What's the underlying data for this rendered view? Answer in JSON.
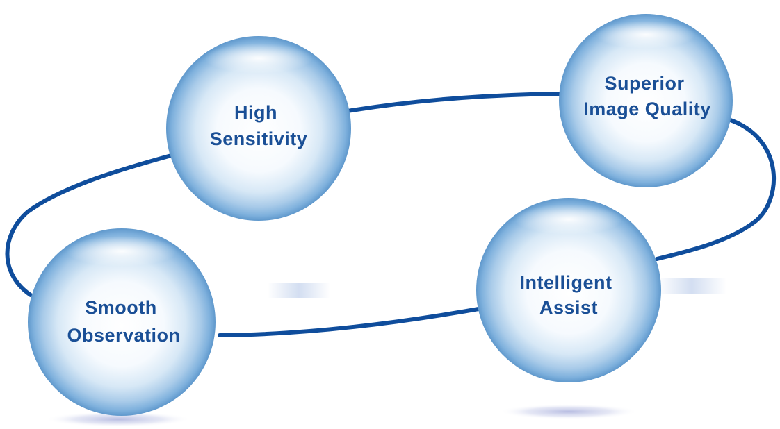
{
  "colors": {
    "ring": "#0f4d9c",
    "label": "#1a4f96",
    "sphere_edge": "#6aa6d6",
    "sphere_core": "#ffffff",
    "shadow": "#b9bfe2"
  },
  "spheres": [
    {
      "id": "high-sensitivity",
      "lines": [
        "High",
        "Sensitivity"
      ]
    },
    {
      "id": "superior-image-quality",
      "lines": [
        "Superior",
        "Image Quality"
      ]
    },
    {
      "id": "smooth-observation",
      "lines": [
        "Smooth",
        "Observation"
      ]
    },
    {
      "id": "intelligent-assist",
      "lines": [
        "Intelligent",
        "Assist"
      ]
    }
  ]
}
